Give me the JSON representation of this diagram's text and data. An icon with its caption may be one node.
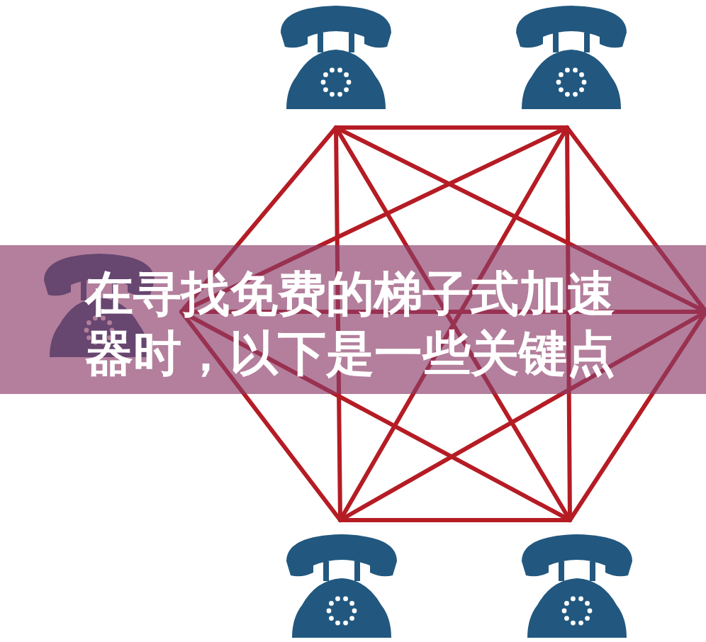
{
  "diagram": {
    "title": "在寻找免费的梯子式加速器时，以下是一些关键点",
    "nodes": [
      {
        "text": [],
        "shape": "phone"
      },
      {
        "text": [],
        "shape": "phone"
      },
      {
        "text": [],
        "shape": "phone"
      },
      {
        "text": [],
        "shape": "phone"
      },
      {
        "text": [],
        "shape": "phone"
      }
    ],
    "edges": [
      {
        "from": 0,
        "to": 1,
        "arrow": "none"
      },
      {
        "from": 0,
        "to": 2,
        "arrow": "none"
      },
      {
        "from": 0,
        "to": 3,
        "arrow": "none"
      },
      {
        "from": 0,
        "to": 4,
        "arrow": "none"
      },
      {
        "from": 0,
        "to": null,
        "arrow": "none"
      },
      {
        "from": 1,
        "to": 2,
        "arrow": "none"
      },
      {
        "from": 1,
        "to": 3,
        "arrow": "none"
      },
      {
        "from": 1,
        "to": 4,
        "arrow": "none"
      },
      {
        "from": 1,
        "to": null,
        "arrow": "none"
      },
      {
        "from": 2,
        "to": 3,
        "arrow": "none"
      },
      {
        "from": 2,
        "to": 4,
        "arrow": "none"
      },
      {
        "from": 2,
        "to": null,
        "arrow": "none"
      },
      {
        "from": 3,
        "to": 4,
        "arrow": "none"
      },
      {
        "from": 3,
        "to": null,
        "arrow": "none"
      },
      {
        "from": 4,
        "to": null,
        "arrow": "none"
      }
    ]
  }
}
